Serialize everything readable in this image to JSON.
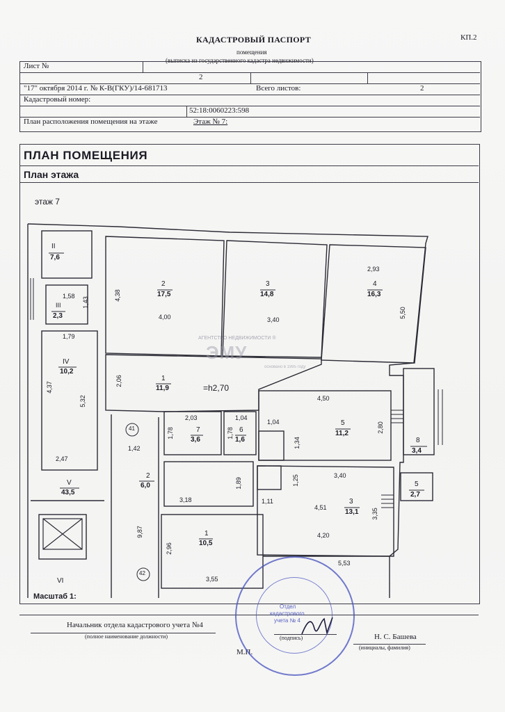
{
  "header": {
    "title": "КАДАСТРОВЫЙ ПАСПОРТ",
    "subtitle": "помещения",
    "extract_note": "(выписка из государственного кадастра недвижимости)",
    "code": "КП.2"
  },
  "sheet": {
    "sheet_label": "Лист №",
    "sheet_no": "2",
    "total_label": "Всего листов:",
    "total": "2",
    "date_line": "\"17\" октября 2014 г. № К-В(ГКУ)/14-681713",
    "cadastral_label": "Кадастровый номер:",
    "cadastral_no": "52:18:0060223:598",
    "location_label": "План расположения помещения на этаже",
    "location_value": "Этаж № 7:"
  },
  "plan": {
    "title": "ПЛАН ПОМЕЩЕНИЯ",
    "floor_plan_label": "План этажа",
    "floor_label": "этаж 7",
    "height_label": "=h2,70",
    "scale_label": "Масштаб 1:",
    "rooms": [
      {
        "id": "II",
        "area": "7,6"
      },
      {
        "id": "III",
        "area": "2,3"
      },
      {
        "id": "IV",
        "area": "10,2"
      },
      {
        "id": "V",
        "area": "43,5"
      },
      {
        "id": "VI",
        "area": ""
      },
      {
        "id": "2",
        "area": "17,5"
      },
      {
        "id": "3",
        "area": "14,8"
      },
      {
        "id": "4",
        "area": "16,3"
      },
      {
        "id": "1",
        "area": "11,9"
      },
      {
        "id": "7",
        "area": "3,6"
      },
      {
        "id": "6",
        "area": "1,6"
      },
      {
        "id": "5",
        "area": "11,2"
      },
      {
        "id": "8",
        "area": "3,4"
      },
      {
        "id": "2",
        "area": "6,0"
      },
      {
        "id": "3",
        "area": "13,1"
      },
      {
        "id": "5",
        "area": "2,7"
      },
      {
        "id": "1",
        "area": "10,5"
      }
    ],
    "dimensions": [
      "1,58",
      "1,43",
      "1,79",
      "4,37",
      "5,32",
      "2,47",
      "4,38",
      "4,00",
      "3,40",
      "2,93",
      "5,50",
      "2,06",
      "2,03",
      "1,78",
      "1,78",
      "1,04",
      "1,04",
      "4,50",
      "1,34",
      "2,80",
      "1,42",
      "1,89",
      "3,18",
      "1,25",
      "3,40",
      "4,51",
      "3,35",
      "4,20",
      "1,11",
      "9,87",
      "2,96",
      "3,55",
      "5,53"
    ],
    "markers": [
      "41",
      "42"
    ]
  },
  "watermark": {
    "line1": "АГЕНТСТВО НЕДВИЖИМОСТИ ®",
    "brand": "ЭМУ",
    "line2": "основано в 1995 году"
  },
  "footer": {
    "position": "Начальник отдела кадастрового учета №4",
    "position_note": "(полное наименование должности)",
    "signature_note": "(подпись)",
    "name": "Н. С. Башева",
    "name_note": "(инициалы, фамилия)",
    "mp": "М.П."
  },
  "stamp": {
    "line1": "Отдел",
    "line2": "кадастрового",
    "line3": "учета № 4"
  }
}
